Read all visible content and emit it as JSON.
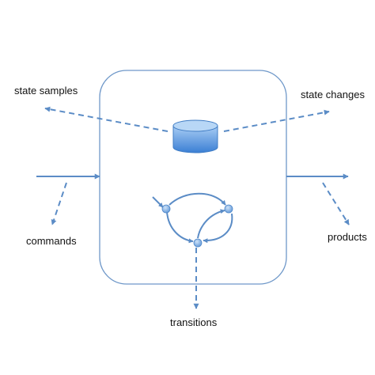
{
  "labels": {
    "state_samples": "state samples",
    "state_changes": "state changes",
    "commands": "commands",
    "products": "products",
    "transitions": "transitions"
  },
  "colors": {
    "line": "#5b8cc6",
    "box_stroke": "#6f98c9",
    "db_fill_top": "#9cc5f2",
    "db_fill_bottom": "#3d82d6",
    "node_fill": "#7fb0e6",
    "text": "#111111"
  }
}
